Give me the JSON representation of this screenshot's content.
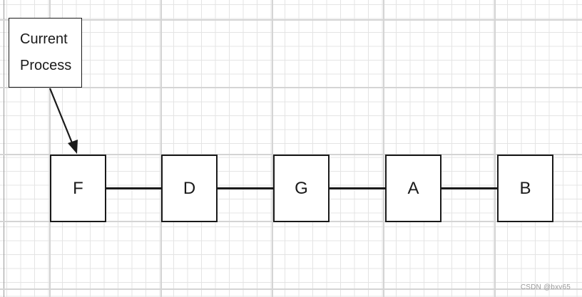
{
  "callout": {
    "line1": "Current",
    "line2": "Process"
  },
  "nodes": [
    {
      "label": "F"
    },
    {
      "label": "D"
    },
    {
      "label": "G"
    },
    {
      "label": "A"
    },
    {
      "label": "B"
    }
  ],
  "watermark": "CSDN @bxv65"
}
